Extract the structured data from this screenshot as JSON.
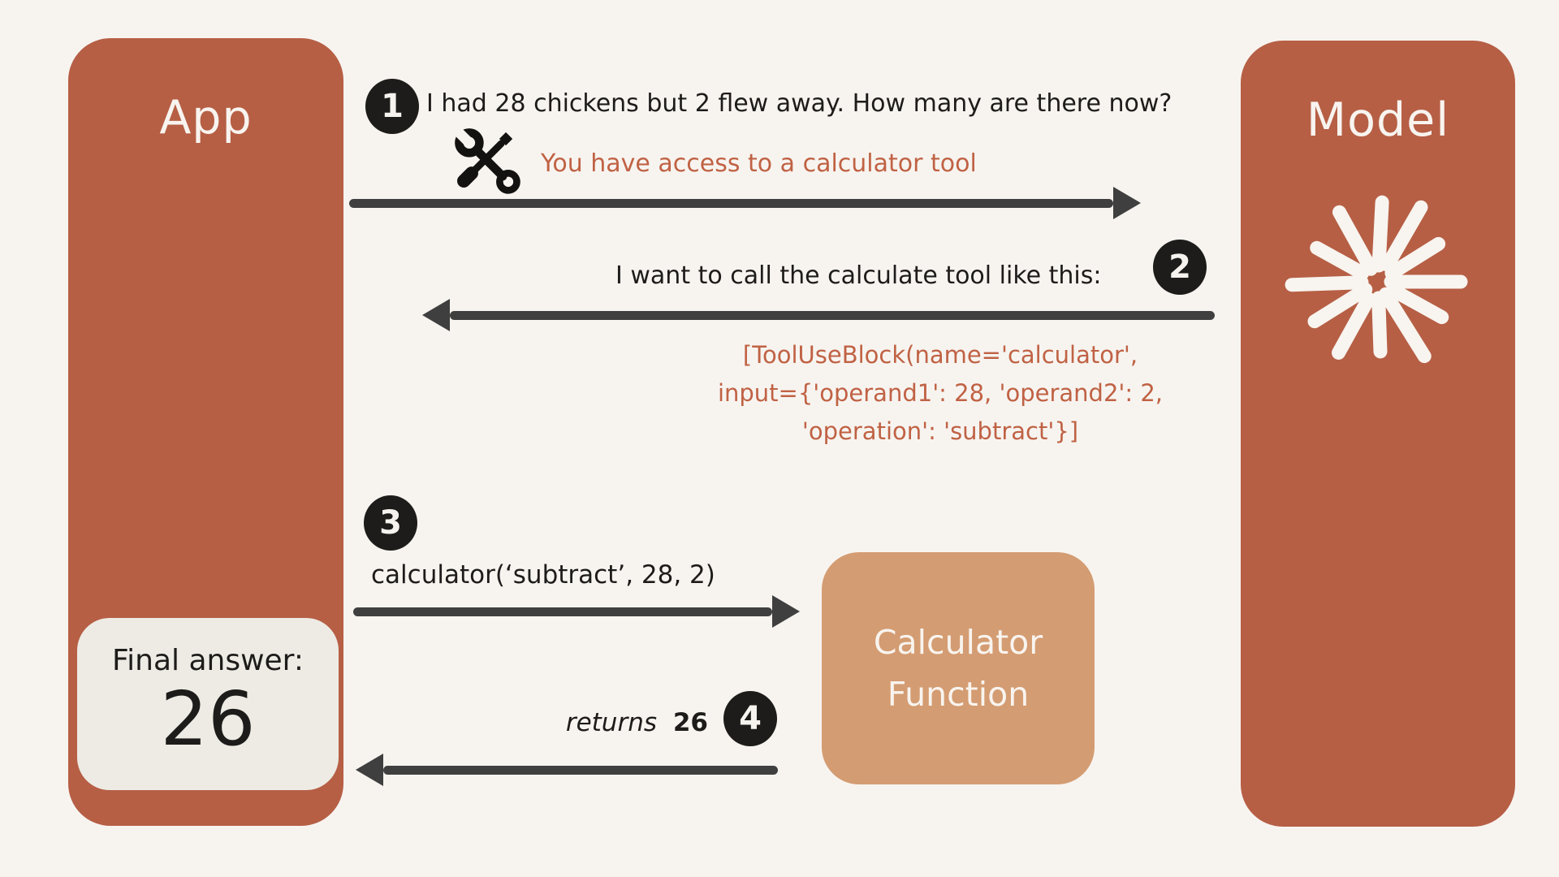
{
  "colors": {
    "background": "#f7f4f0",
    "actor_box": "#b65f45",
    "function_box": "#d49c72",
    "answer_box": "#edebe4",
    "arrow": "#3f3f3f",
    "step_badge": "#1d1c1a",
    "accent_text": "#c06244",
    "body_text": "#1e1c1a",
    "box_text": "#f8f4ef"
  },
  "actors": {
    "app": {
      "label": "App"
    },
    "model": {
      "label": "Model"
    },
    "calculator": {
      "line1": "Calculator",
      "line2": "Function"
    }
  },
  "final_answer": {
    "label": "Final answer:",
    "value": "26"
  },
  "steps": {
    "step1": {
      "number": "1",
      "message": "I had 28 chickens but 2 flew away. How many are there now?",
      "note": "You have access to a calculator tool"
    },
    "step2": {
      "number": "2",
      "message": "I want to call the calculate tool like this:",
      "code_line1": "[ToolUseBlock(name='calculator',",
      "code_line2": "input={'operand1': 28, 'operand2': 2,",
      "code_line3": "'operation': 'subtract'}]"
    },
    "step3": {
      "number": "3",
      "message": "calculator(‘subtract’, 28, 2)"
    },
    "step4": {
      "number": "4",
      "verb": "returns",
      "value": "26"
    }
  }
}
